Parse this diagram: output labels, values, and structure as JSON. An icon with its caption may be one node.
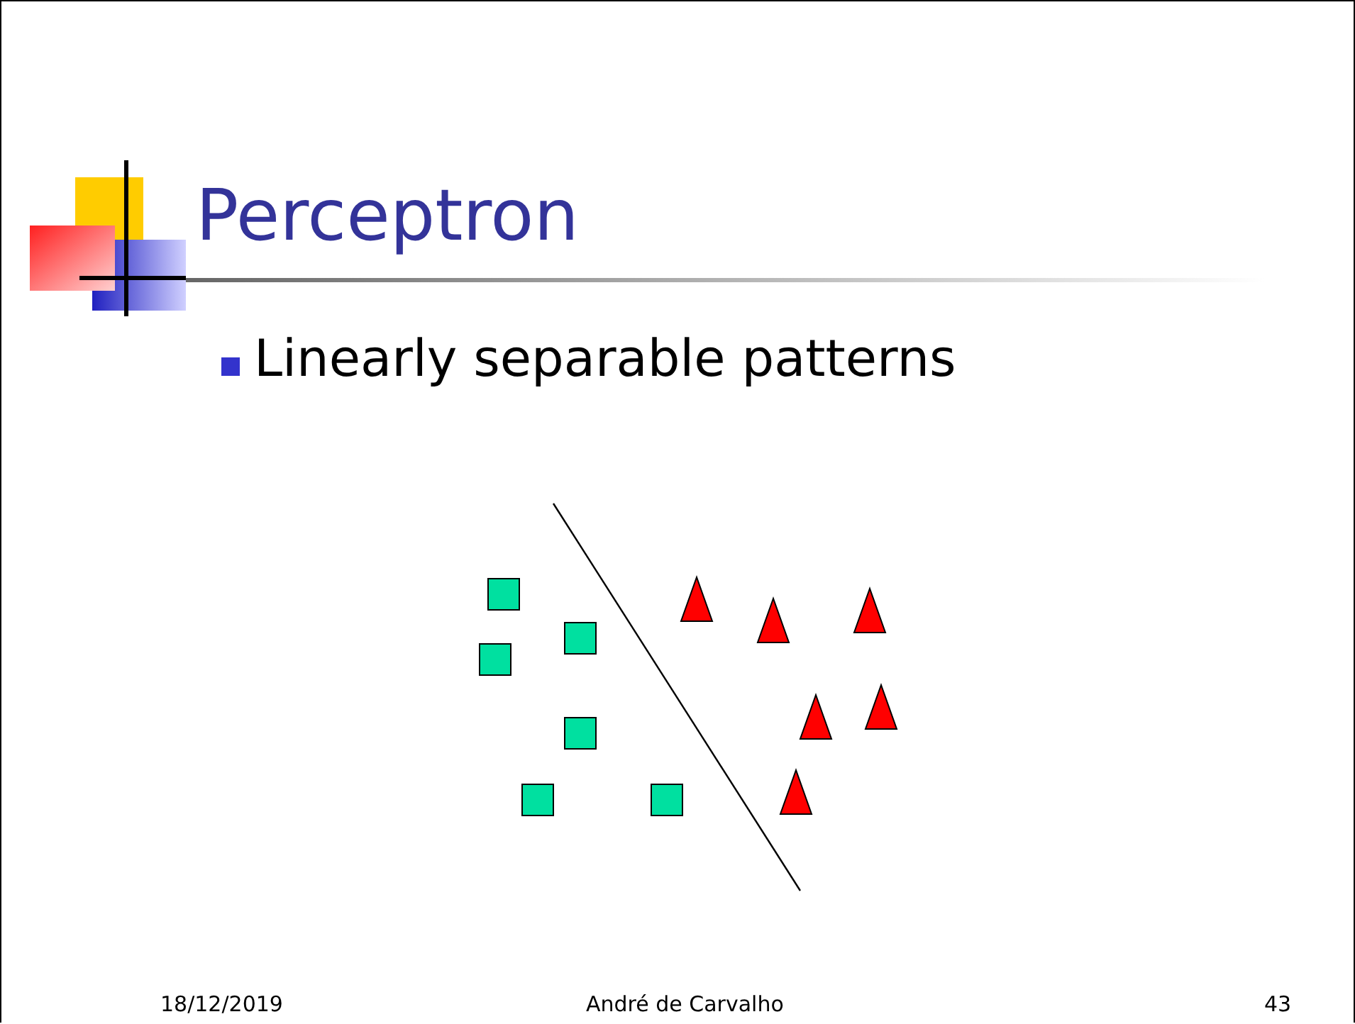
{
  "diagram": {
    "title": "Perceptron",
    "labels": [
      "Linearly separable patterns",
      "18/12/2019",
      "André de Carvalho",
      "43"
    ]
  }
}
